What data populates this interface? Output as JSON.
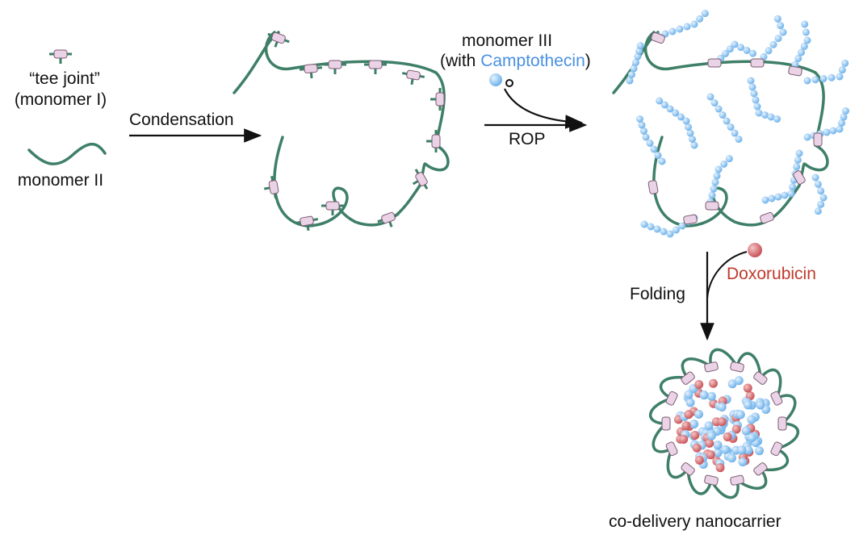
{
  "colors": {
    "polymer": "#3e7f67",
    "joint_fill": "#ead3e6",
    "joint_stroke": "#7a5a70",
    "camptothecin": "#4a90e2",
    "doxorubicin": "#c0392b",
    "bead_blue": "#6fb2ea",
    "bead_red": "#c9545a"
  },
  "legend": {
    "tee_joint_label": "“tee joint”",
    "monomer_i_label": "(monomer I)",
    "monomer_ii_label": "monomer II"
  },
  "steps": {
    "condensation": "Condensation",
    "monomer_iii": "monomer III",
    "with_prefix": "(with ",
    "camptothecin": "Camptothecin",
    "with_suffix": ")",
    "rop": "ROP",
    "folding": "Folding",
    "doxorubicin": "Doxorubicin",
    "product": "co-delivery nanocarrier"
  }
}
